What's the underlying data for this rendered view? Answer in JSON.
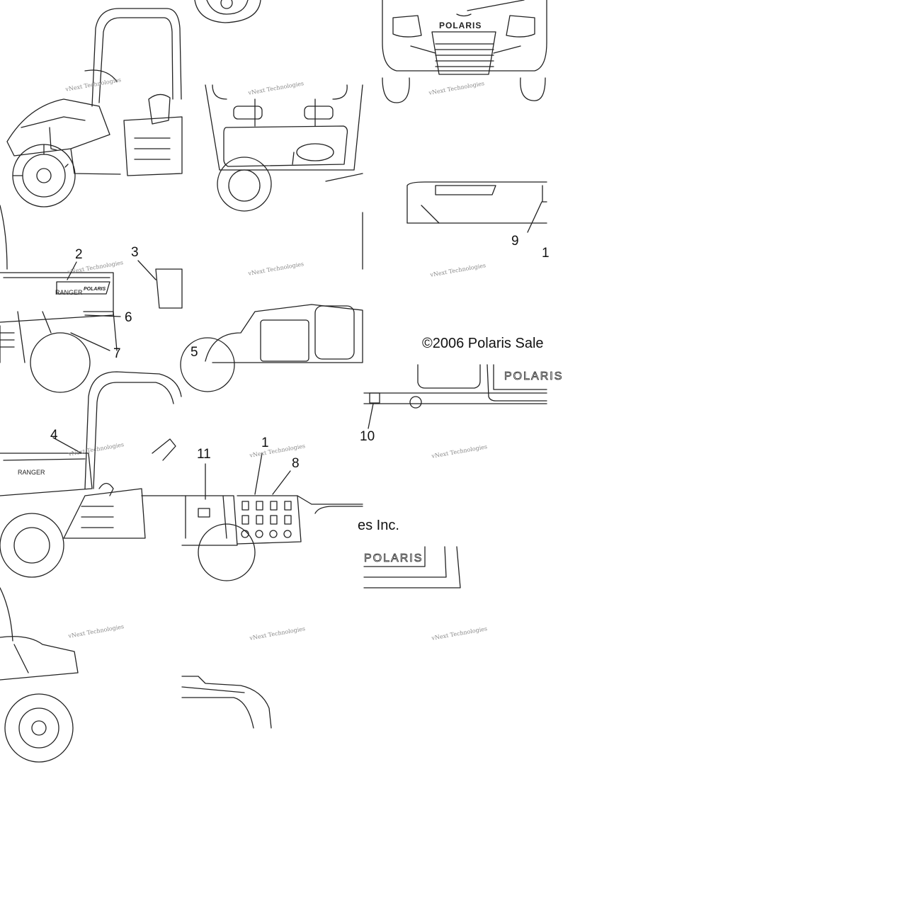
{
  "callouts": {
    "c1a": "1",
    "c1b": "1",
    "c2": "2",
    "c3": "3",
    "c4": "4",
    "c5": "5",
    "c6": "6",
    "c7": "7",
    "c8": "8",
    "c9": "9",
    "c10": "10",
    "c11": "11"
  },
  "copyright_a": "©2006 Polaris Sale",
  "copyright_b": "es Inc.",
  "watermark": "vNext Technologies",
  "decals": {
    "brand": "POLARIS",
    "model": "RANGER"
  }
}
